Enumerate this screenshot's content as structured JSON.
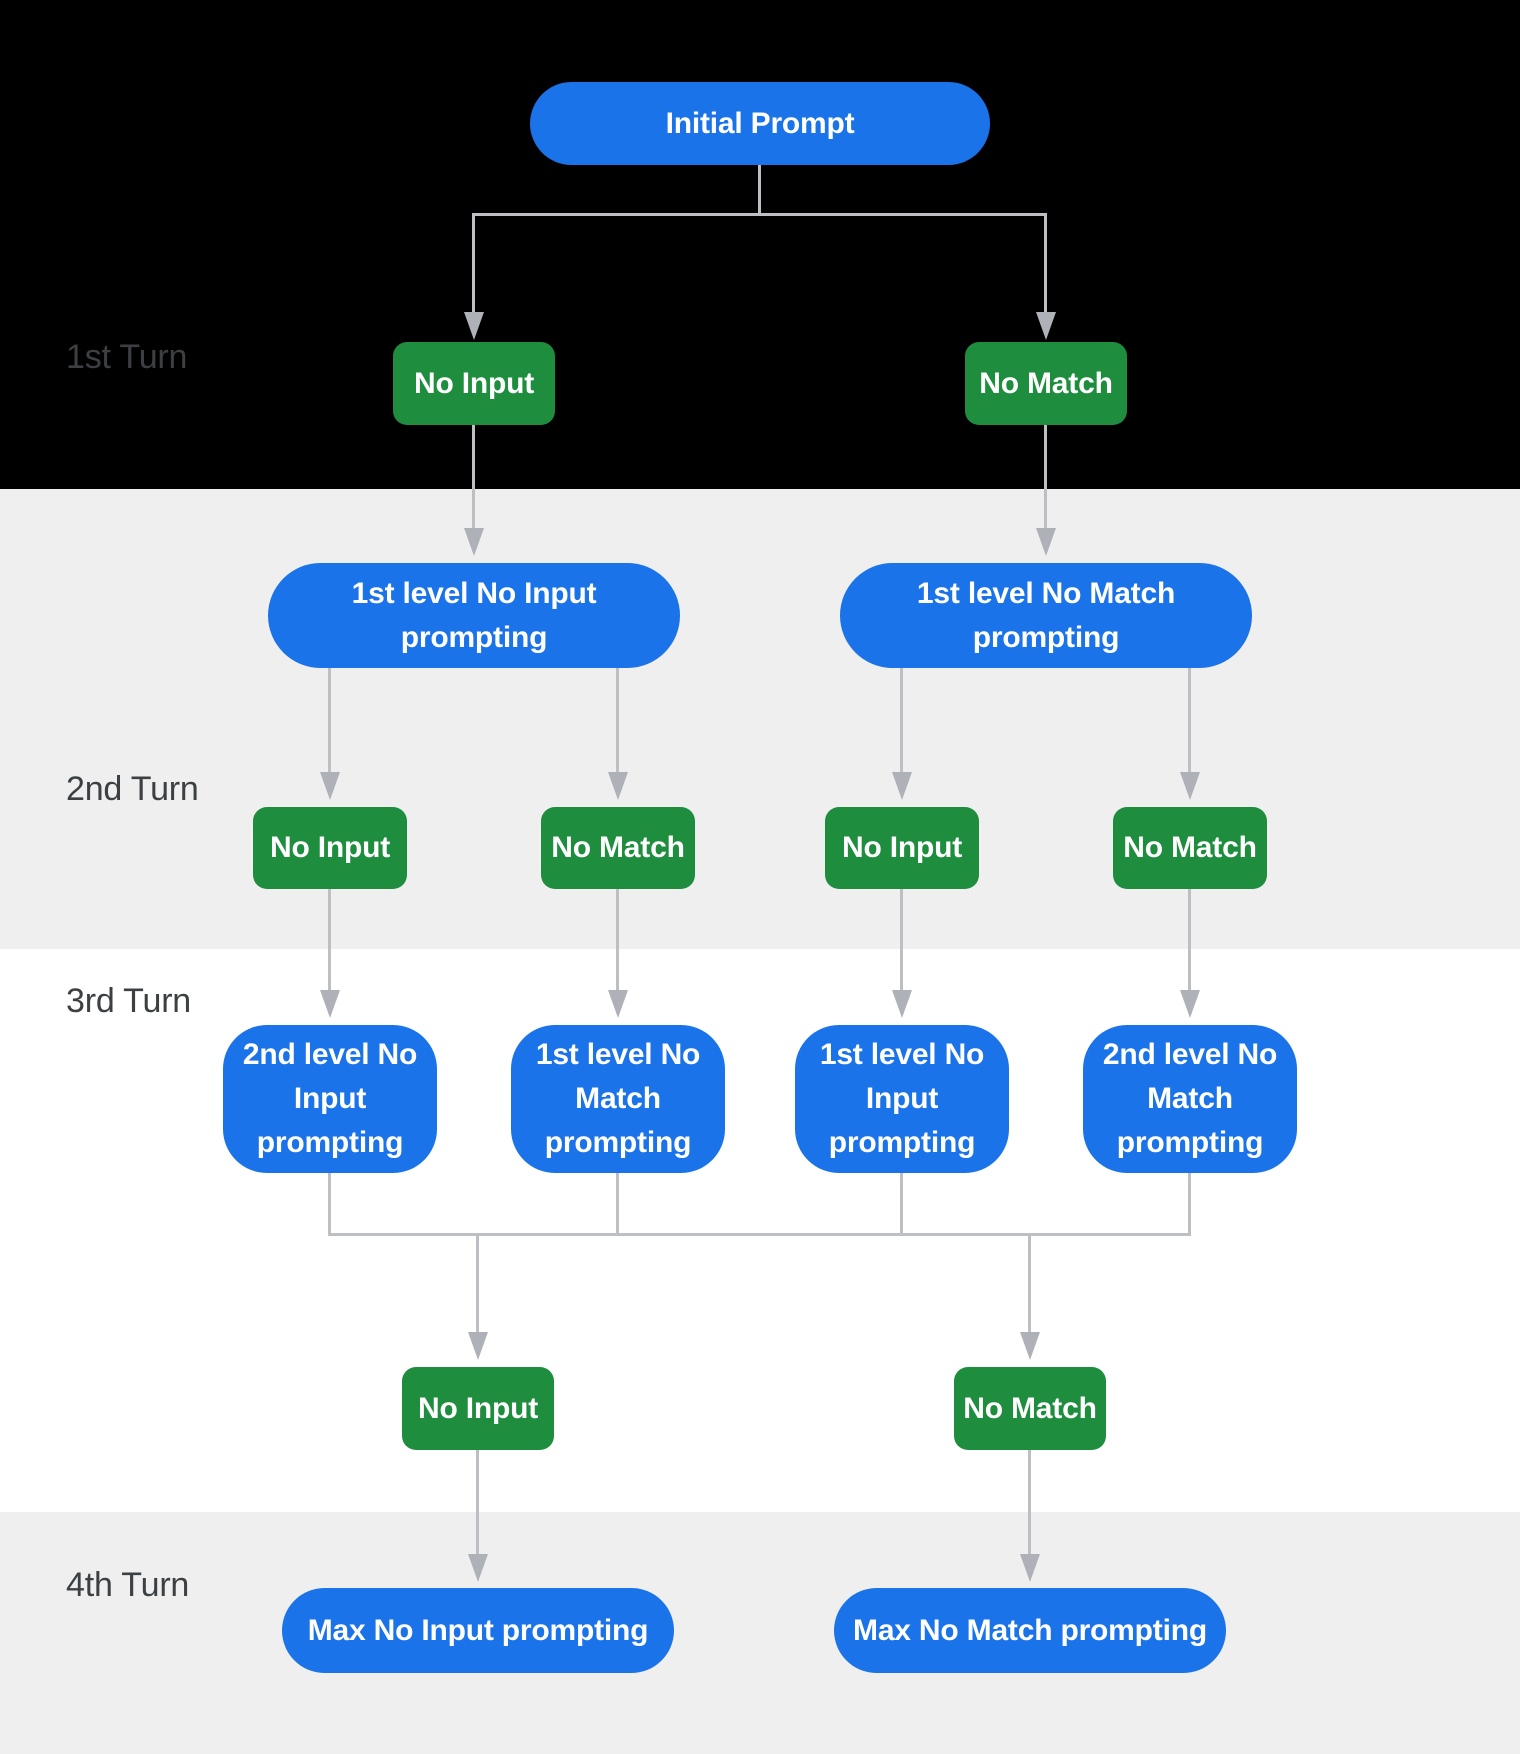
{
  "colors": {
    "blue": "#1a73e8",
    "green": "#1e8e3e",
    "band_black": "#000000",
    "band_gray": "#efeff0",
    "band_white": "#ffffff",
    "line": "#bcc0c5",
    "arrowhead": "#aeb2b8",
    "turn_label": "#3c4043",
    "node_text": "#ffffff"
  },
  "turn_labels": [
    "1st Turn",
    "2nd Turn",
    "3rd Turn",
    "4th Turn"
  ],
  "nodes": {
    "initial_prompt": "Initial Prompt",
    "turn1_events": [
      "No Input",
      "No Match"
    ],
    "turn2_prompting": [
      [
        "1st level No Input",
        "prompting"
      ],
      [
        "1st level No Match",
        "prompting"
      ]
    ],
    "turn2_events": [
      "No Input",
      "No Match",
      "No Input",
      "No Match"
    ],
    "turn3_prompting": [
      [
        "2nd level No",
        "Input",
        "prompting"
      ],
      [
        "1st level No",
        "Match",
        "prompting"
      ],
      [
        "1st level No",
        "Input",
        "prompting"
      ],
      [
        "2nd level No",
        "Match",
        "prompting"
      ]
    ],
    "turn3_events": [
      "No Input",
      "No Match"
    ],
    "turn4_prompting": [
      "Max No Input prompting",
      "Max No Match prompting"
    ]
  }
}
